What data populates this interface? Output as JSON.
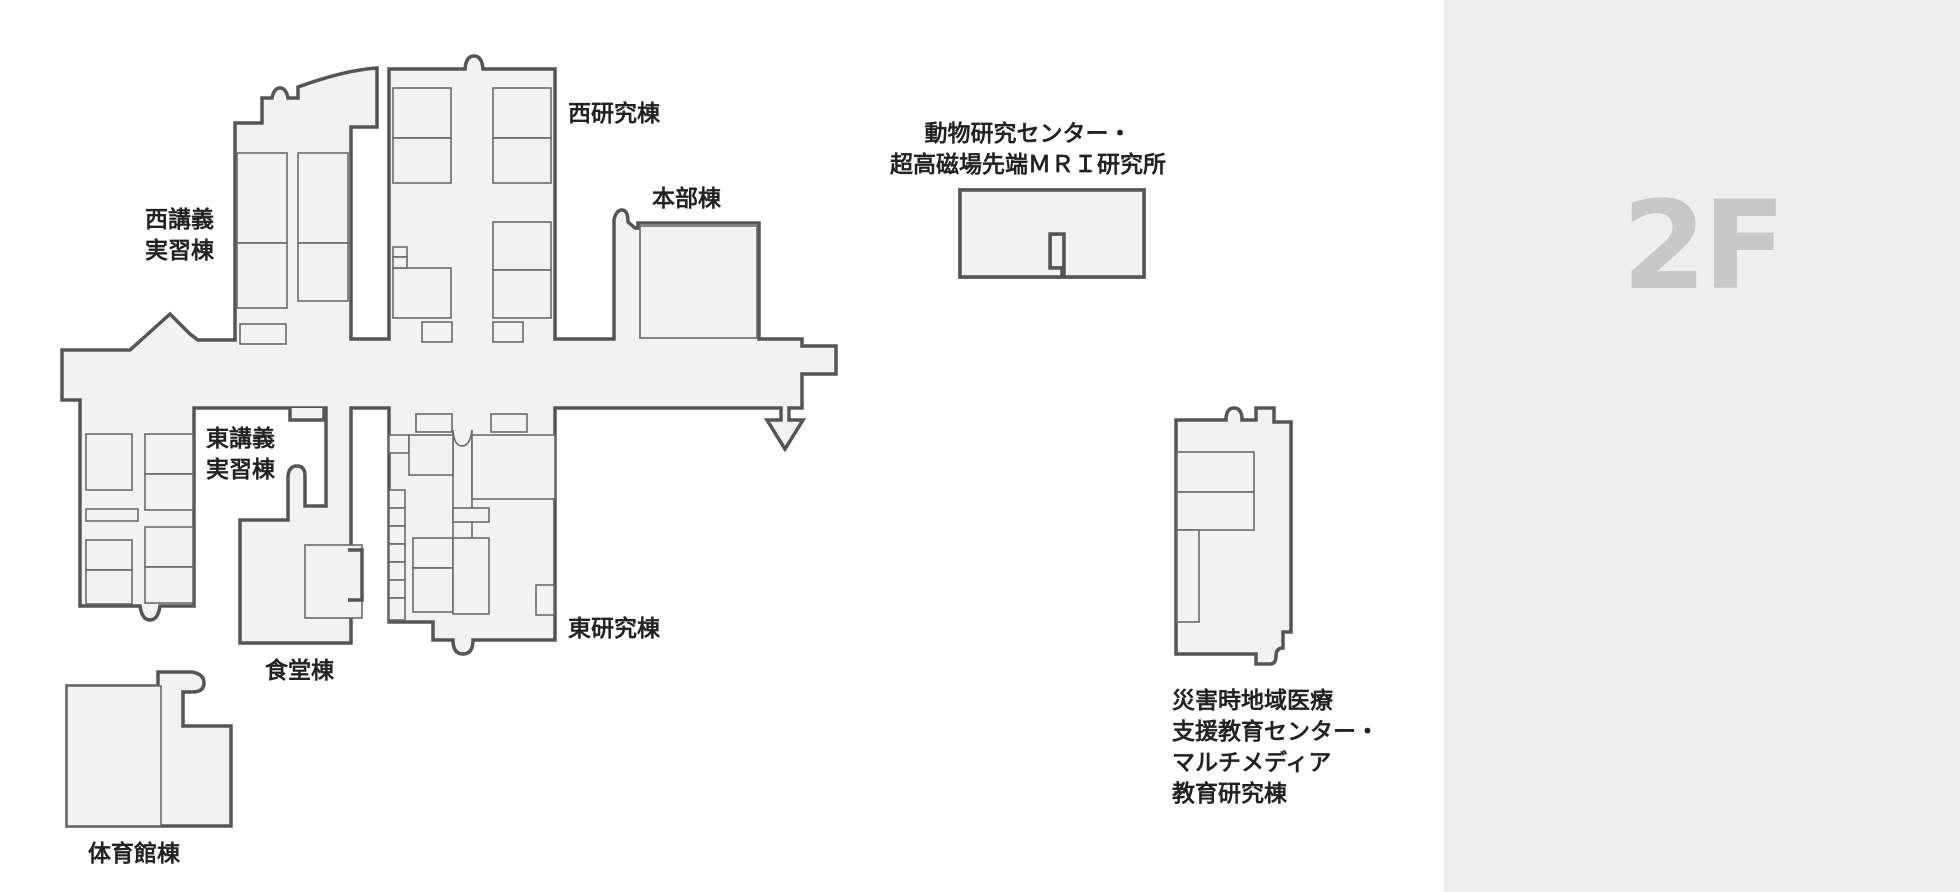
{
  "floor_label": "2F",
  "colors": {
    "building_fill": "#f2f2f2",
    "building_stroke": "#555555",
    "panel_bg": "#eeeeee",
    "floor_label": "#c8c8c8",
    "text": "#222222"
  },
  "buildings": {
    "west_research": {
      "lines": [
        "西研究棟"
      ]
    },
    "main": {
      "lines": [
        "本部棟"
      ]
    },
    "west_lecture": {
      "lines": [
        "西講義",
        "実習棟"
      ]
    },
    "east_lecture": {
      "lines": [
        "東講義",
        "実習棟"
      ]
    },
    "cafeteria": {
      "lines": [
        "食堂棟"
      ]
    },
    "east_research": {
      "lines": [
        "東研究棟"
      ]
    },
    "gym": {
      "lines": [
        "体育館棟"
      ]
    },
    "animal_research": {
      "lines": [
        "動物研究センター・",
        "超高磁場先端ＭＲＩ研究所"
      ]
    },
    "disaster_medical": {
      "lines": [
        "災害時地域医療",
        "支援教育センター・",
        "マルチメディア",
        "教育研究棟"
      ]
    }
  }
}
